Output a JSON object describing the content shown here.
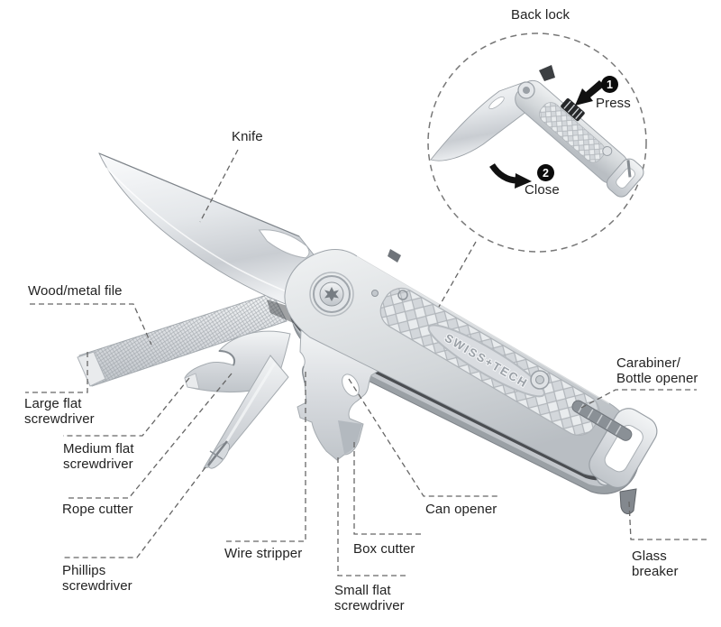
{
  "figure": {
    "background_color": "#ffffff",
    "text_color": "#222222",
    "leader_color": "#666666",
    "metal_colors": {
      "light": "#f2f4f5",
      "mid": "#d3d7da",
      "dark": "#9aa0a6"
    },
    "brand_engraving": "SWISS+TECH",
    "labels": {
      "knife": "Knife",
      "wood_metal_file": "Wood/metal file",
      "large_flat_screwdriver": [
        "Large flat",
        "screwdriver"
      ],
      "medium_flat_screwdriver": [
        "Medium flat",
        "screwdriver"
      ],
      "rope_cutter": "Rope cutter",
      "phillips_screwdriver": [
        "Phillips",
        "screwdriver"
      ],
      "wire_stripper": "Wire stripper",
      "small_flat_screwdriver": [
        "Small flat",
        "screwdriver"
      ],
      "box_cutter": "Box cutter",
      "can_opener": "Can opener",
      "carabiner_bottle_opener": [
        "Carabiner/",
        "Bottle opener"
      ],
      "glass_breaker": [
        "Glass",
        "breaker"
      ]
    },
    "inset": {
      "title": "Back lock",
      "steps": [
        {
          "number": "1",
          "label": "Press"
        },
        {
          "number": "2",
          "label": "Close"
        }
      ]
    }
  }
}
